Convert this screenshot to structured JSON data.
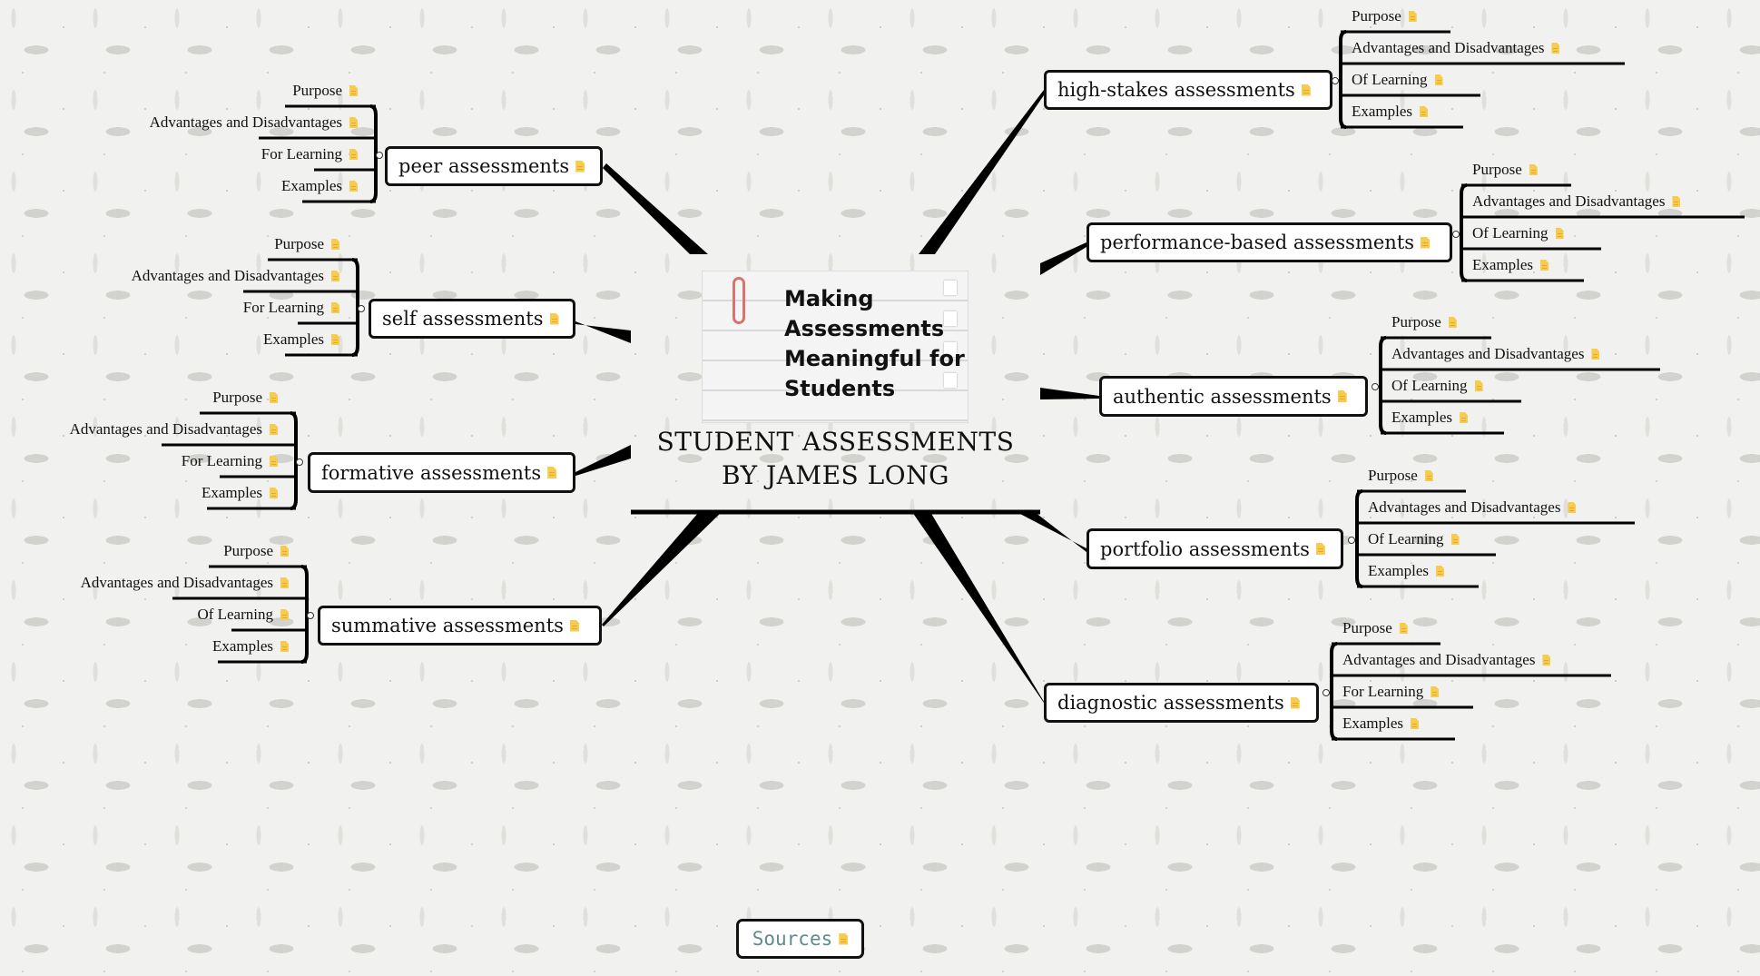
{
  "central": {
    "image_lines": [
      "Making",
      "Assessments",
      "Meaningful for",
      "Students"
    ],
    "title_line1": "STUDENT ASSESSMENTS",
    "title_line2": "BY JAMES LONG"
  },
  "colors": {
    "node_border": "#111111",
    "note_icon": "#f7cb4d",
    "sources_text": "#5e8c8c",
    "paperclip": "#d9736f"
  },
  "branches": [
    {
      "id": "peer",
      "label": "peer assessments",
      "side": "left",
      "children": [
        "Purpose",
        "Advantages and Disadvantages",
        "For Learning",
        "Examples"
      ]
    },
    {
      "id": "self",
      "label": "self assessments",
      "side": "left",
      "children": [
        "Purpose",
        "Advantages and Disadvantages",
        "For Learning",
        "Examples"
      ]
    },
    {
      "id": "formative",
      "label": "formative assessments",
      "side": "left",
      "children": [
        "Purpose",
        "Advantages and Disadvantages",
        "For Learning",
        "Examples"
      ]
    },
    {
      "id": "summative",
      "label": "summative assessments",
      "side": "left",
      "children": [
        "Purpose",
        "Advantages and Disadvantages",
        "Of Learning",
        "Examples"
      ]
    },
    {
      "id": "high-stakes",
      "label": "high-stakes assessments",
      "side": "right",
      "children": [
        "Purpose",
        "Advantages and Disadvantages",
        "Of Learning",
        "Examples"
      ]
    },
    {
      "id": "performance",
      "label": "performance-based assessments",
      "side": "right",
      "children": [
        "Purpose",
        "Advantages and Disadvantages",
        "Of Learning",
        "Examples"
      ]
    },
    {
      "id": "authentic",
      "label": "authentic assessments",
      "side": "right",
      "children": [
        "Purpose",
        "Advantages and Disadvantages",
        "Of Learning",
        "Examples"
      ]
    },
    {
      "id": "portfolio",
      "label": "portfolio assessments",
      "side": "right",
      "children": [
        "Purpose",
        "Advantages and Disadvantages",
        "Of Learning",
        "Examples"
      ]
    },
    {
      "id": "diagnostic",
      "label": "diagnostic assessments",
      "side": "right",
      "children": [
        "Purpose",
        "Advantages and Disadvantages",
        "For Learning",
        "Examples"
      ]
    }
  ],
  "sources": {
    "label": "Sources"
  },
  "icons": {
    "note": "note-icon",
    "collapse": "collapse-toggle-icon",
    "paperclip": "paperclip-icon"
  }
}
